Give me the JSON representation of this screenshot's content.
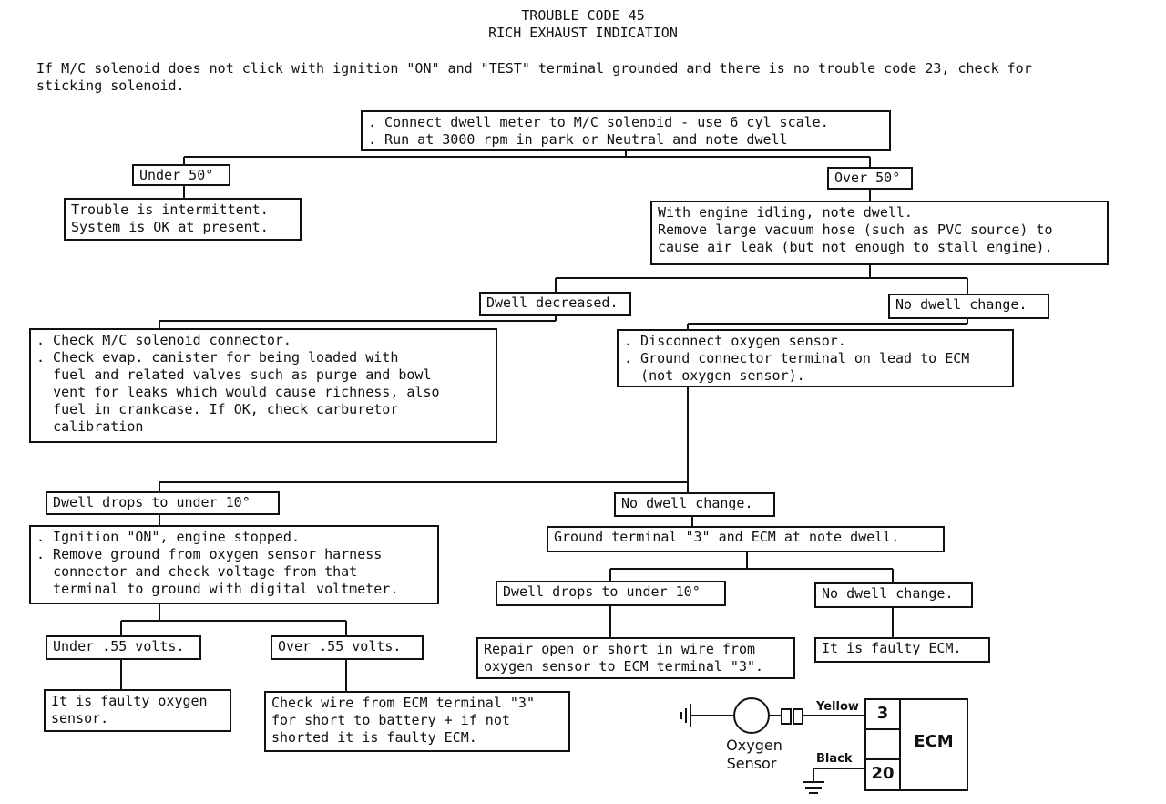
{
  "title": {
    "line1": "TROUBLE CODE 45",
    "line2": "RICH EXHAUST INDICATION"
  },
  "intro": "If M/C solenoid does not click with ignition \"ON\" and \"TEST\" terminal grounded and there is no trouble code 23, check for\nsticking solenoid.",
  "nodes": {
    "start": ". Connect dwell meter to M/C solenoid - use 6 cyl scale.\n. Run at 3000 rpm in park or Neutral and note dwell",
    "under50": "Under 50°",
    "over50": "Over 50°",
    "intermittent": "Trouble is intermittent.\nSystem is OK at present.",
    "idle_check": "With engine idling, note dwell.\nRemove large vacuum hose (such as PVC source) to\ncause air leak (but not enough to stall engine).",
    "dwell_decreased": "Dwell decreased.",
    "no_change_1": "No dwell change.",
    "check_solenoid": ". Check M/C solenoid connector.\n. Check evap. canister for being loaded with\n  fuel and related valves such as purge and bowl\n  vent for leaks which would cause richness, also\n  fuel in crankcase. If OK, check carburetor\n  calibration",
    "disconnect_o2": ". Disconnect oxygen sensor.\n. Ground connector terminal on lead to ECM\n  (not oxygen sensor).",
    "drops_under10_a": "Dwell drops to under 10°",
    "no_change_2": "No dwell change.",
    "ignition_on": ". Ignition \"ON\", engine stopped.\n. Remove ground from oxygen sensor harness\n  connector and check voltage from that\n  terminal to ground with digital voltmeter.",
    "ground_t3": "Ground terminal \"3\" and ECM at note dwell.",
    "under55": "Under .55 volts.",
    "over55": "Over .55 volts.",
    "drops_under10_b": "Dwell drops to under 10°",
    "no_change_3": "No dwell change.",
    "faulty_o2": "It is faulty oxygen\nsensor.",
    "check_wire": "Check wire from ECM terminal \"3\"\nfor short to battery + if not\nshorted it is faulty ECM.",
    "repair_open": "Repair open or short in wire from\noxygen sensor to ECM terminal \"3\".",
    "faulty_ecm": "It is faulty ECM."
  },
  "wiring": {
    "wire_yellow": "Yellow",
    "wire_black": "Black",
    "terminal_3": "3",
    "terminal_20": "20",
    "ecm": "ECM",
    "sensor_line1": "Oxygen",
    "sensor_line2": "Sensor"
  }
}
